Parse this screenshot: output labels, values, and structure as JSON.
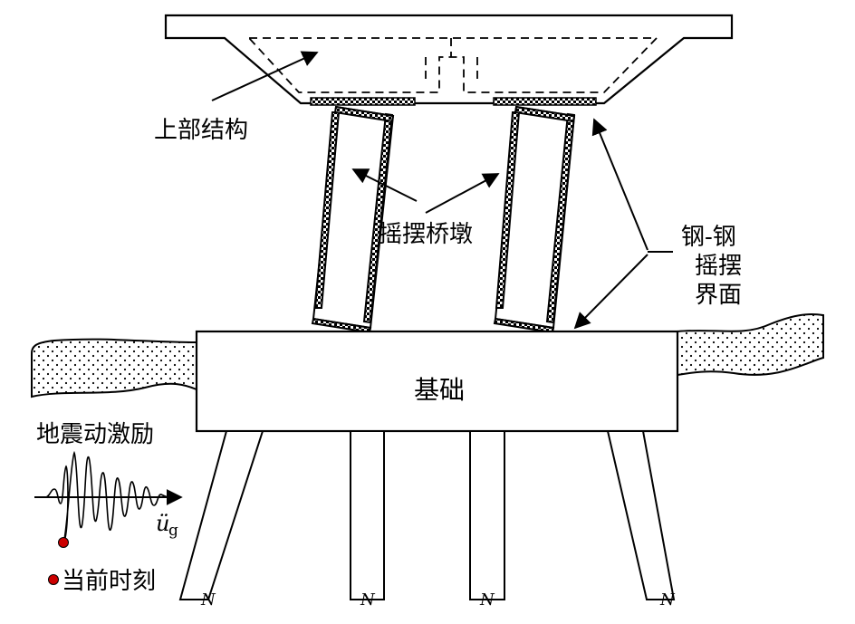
{
  "labels": {
    "superstructure": "上部结构",
    "rocking_pier": "摇摆桥墩",
    "interface_line1": "钢-钢",
    "interface_line2": "摇摆",
    "interface_line3": "界面",
    "foundation": "基础",
    "ground_motion": "地震动激励",
    "accel_var": "ü",
    "accel_sub": "g",
    "current_time": "当前时刻",
    "pile_break": "N"
  },
  "colors": {
    "line": "#000000",
    "marker": "#cc0000"
  }
}
